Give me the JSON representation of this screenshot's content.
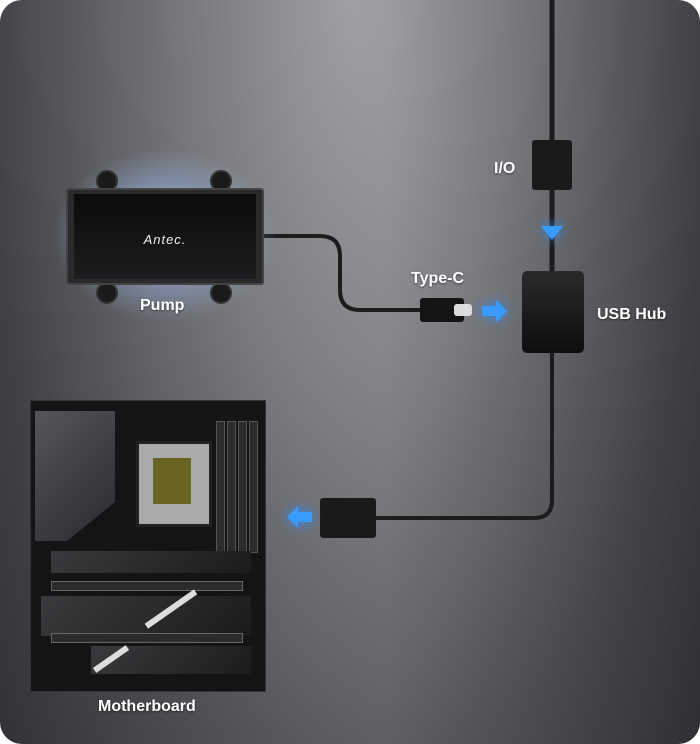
{
  "labels": {
    "io": "I/O",
    "type_c": "Type-C",
    "pump": "Pump",
    "usb_hub": "USB Hub",
    "motherboard": "Motherboard"
  },
  "pump_logo": "Antec.",
  "colors": {
    "arrow": "#3a9bff",
    "glow": "#c8dcff"
  }
}
